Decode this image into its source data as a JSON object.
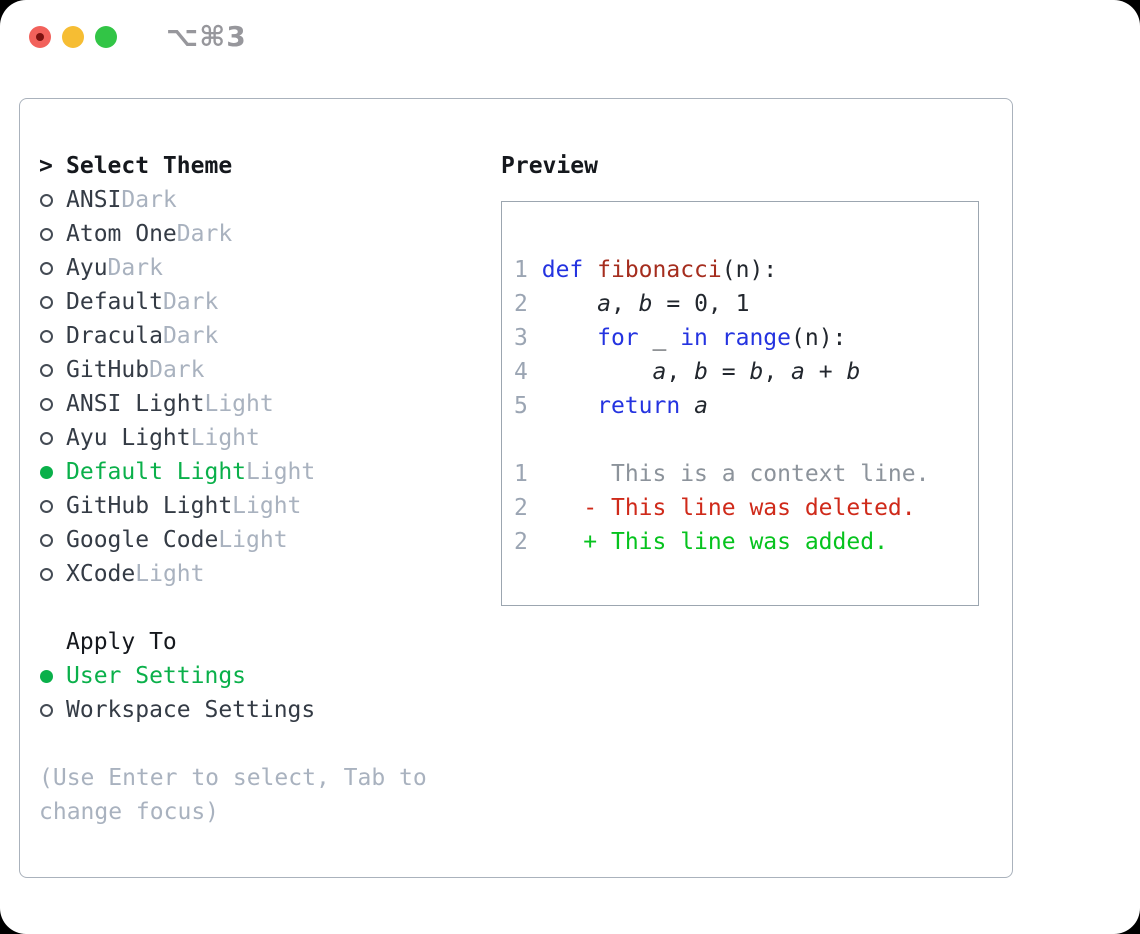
{
  "window": {
    "titlebar": {
      "shortcut_label": "⌥⌘3",
      "buttons": [
        "close",
        "minimize",
        "zoom"
      ]
    }
  },
  "theme_selector": {
    "prompt": ">",
    "title": "Select Theme",
    "items": [
      {
        "name": "ANSI",
        "variant": "Dark",
        "selected": false
      },
      {
        "name": "Atom One",
        "variant": "Dark",
        "selected": false
      },
      {
        "name": "Ayu",
        "variant": "Dark",
        "selected": false
      },
      {
        "name": "Default",
        "variant": "Dark",
        "selected": false
      },
      {
        "name": "Dracula",
        "variant": "Dark",
        "selected": false
      },
      {
        "name": "GitHub",
        "variant": "Dark",
        "selected": false
      },
      {
        "name": "ANSI Light",
        "variant": "Light",
        "selected": false
      },
      {
        "name": "Ayu Light",
        "variant": "Light",
        "selected": false
      },
      {
        "name": "Default Light",
        "variant": "Light",
        "selected": true
      },
      {
        "name": "GitHub Light",
        "variant": "Light",
        "selected": false
      },
      {
        "name": "Google Code",
        "variant": "Light",
        "selected": false
      },
      {
        "name": "XCode",
        "variant": "Light",
        "selected": false
      }
    ]
  },
  "apply_to": {
    "title": "Apply To",
    "options": [
      {
        "label": "User Settings",
        "selected": true
      },
      {
        "label": "Workspace Settings",
        "selected": false
      }
    ]
  },
  "hint": {
    "line1": "(Use Enter to select, Tab to",
    "line2": "change focus)"
  },
  "preview": {
    "title": "Preview",
    "code_lines": [
      {
        "num": "1",
        "segs": [
          [
            "kw",
            "def"
          ],
          [
            "p",
            " "
          ],
          [
            "fn",
            "fibonacci"
          ],
          [
            "p",
            "(n):"
          ]
        ]
      },
      {
        "num": "2",
        "segs": [
          [
            "p",
            "    "
          ],
          [
            "v",
            "a"
          ],
          [
            "p",
            ", "
          ],
          [
            "v",
            "b"
          ],
          [
            "p",
            " = 0, 1"
          ]
        ]
      },
      {
        "num": "3",
        "segs": [
          [
            "p",
            "    "
          ],
          [
            "kw",
            "for"
          ],
          [
            "p",
            " _ "
          ],
          [
            "kw",
            "in"
          ],
          [
            "p",
            " "
          ],
          [
            "kw",
            "range"
          ],
          [
            "p",
            "(n):"
          ]
        ]
      },
      {
        "num": "4",
        "segs": [
          [
            "p",
            "        "
          ],
          [
            "v",
            "a"
          ],
          [
            "p",
            ", "
          ],
          [
            "v",
            "b"
          ],
          [
            "p",
            " = "
          ],
          [
            "v",
            "b"
          ],
          [
            "p",
            ", "
          ],
          [
            "v",
            "a"
          ],
          [
            "p",
            " + "
          ],
          [
            "v",
            "b"
          ]
        ]
      },
      {
        "num": "5",
        "segs": [
          [
            "p",
            "    "
          ],
          [
            "kw",
            "return"
          ],
          [
            "p",
            " "
          ],
          [
            "v",
            "a"
          ]
        ]
      }
    ],
    "diff_lines": [
      {
        "num": "1",
        "marker": " ",
        "text": "This is a context line.",
        "type": "context"
      },
      {
        "num": "2",
        "marker": "-",
        "text": "This line was deleted.",
        "type": "deleted"
      },
      {
        "num": "2",
        "marker": "+",
        "text": "This line was added.",
        "type": "added"
      }
    ]
  },
  "colors": {
    "selection_green": "#0ab04a",
    "added_green": "#06c31e",
    "deleted_red": "#cf2a1a",
    "keyword_blue": "#2433e0",
    "function_red": "#a52d1e",
    "muted": "#a9b2bf",
    "text_dark": "#343b45",
    "heading": "#15181d",
    "line_number": "#9ba5b3",
    "context_gray": "#8c939b",
    "code_text": "#22272e",
    "circle_outline": "#454c55",
    "panel_border": "#aab2bc",
    "preview_border": "#9ca6b0",
    "titlebar_text": "#97979c",
    "traffic_red": "#f2615b",
    "traffic_red_dot": "#7c1210",
    "traffic_yellow": "#f6bd33",
    "traffic_green": "#32c546"
  }
}
